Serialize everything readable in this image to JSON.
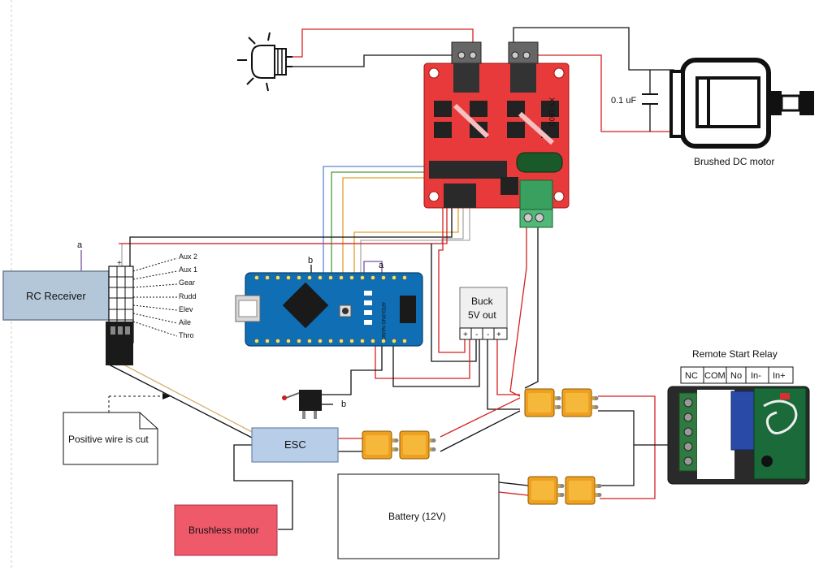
{
  "labels": {
    "rc_receiver": "RC Receiver",
    "channels": [
      "Aux 2",
      "Aux 1",
      "Gear",
      "Rudd",
      "Elev",
      "Aile",
      "Thro"
    ],
    "marker_a": "a",
    "marker_b": "b",
    "plus": "+",
    "buck_line1": "Buck",
    "buck_line2": "5V out",
    "buck_terminals": [
      "+",
      "-",
      "-",
      "+"
    ],
    "esc": "ESC",
    "brushless_motor": "Brushless motor",
    "battery": "Battery (12V)",
    "note": "Positive wire is cut",
    "capacitor": "0.1 uF",
    "dc_motor": "Brushed DC motor",
    "relay_title": "Remote Start Relay",
    "relay_terminals": [
      "NC",
      "COM",
      "No",
      "In-",
      "In+"
    ]
  },
  "colors": {
    "receiver_fill": "#b4c7d8",
    "esc_fill": "#b8cde8",
    "brushless_fill": "#ee5a6a",
    "driver_board": "#e83a3a",
    "arduino_board": "#0f6eb4",
    "xt60": "#f0a020"
  }
}
